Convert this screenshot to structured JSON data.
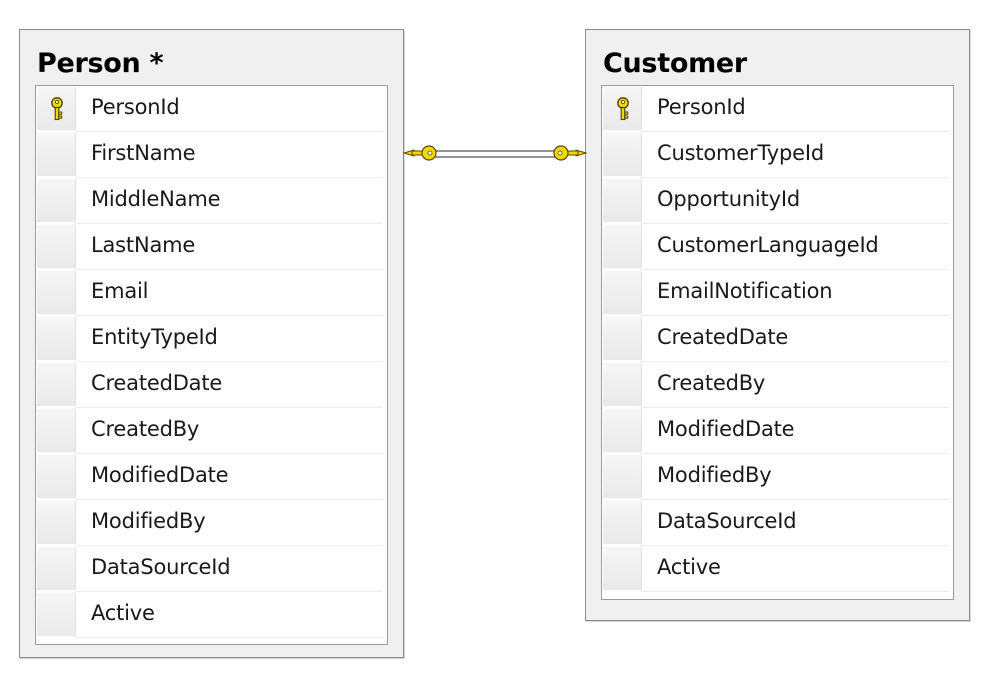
{
  "tables": [
    {
      "title": "Person *",
      "columns": [
        {
          "name": "PersonId",
          "primary_key": true,
          "icon": "primary-key-icon"
        },
        {
          "name": "FirstName"
        },
        {
          "name": "MiddleName"
        },
        {
          "name": "LastName"
        },
        {
          "name": "Email"
        },
        {
          "name": "EntityTypeId"
        },
        {
          "name": "CreatedDate"
        },
        {
          "name": "CreatedBy"
        },
        {
          "name": "ModifiedDate"
        },
        {
          "name": "ModifiedBy"
        },
        {
          "name": "DataSourceId"
        },
        {
          "name": "Active"
        }
      ]
    },
    {
      "title": "Customer",
      "columns": [
        {
          "name": "PersonId",
          "primary_key": true,
          "icon": "primary-key-icon"
        },
        {
          "name": "CustomerTypeId"
        },
        {
          "name": "OpportunityId"
        },
        {
          "name": "CustomerLanguageId"
        },
        {
          "name": "EmailNotification"
        },
        {
          "name": "CreatedDate"
        },
        {
          "name": "CreatedBy"
        },
        {
          "name": "ModifiedDate"
        },
        {
          "name": "ModifiedBy"
        },
        {
          "name": "DataSourceId"
        },
        {
          "name": "Active"
        }
      ]
    }
  ],
  "relationship": {
    "from_table": "Person *",
    "to_table": "Customer",
    "from_end": "key-icon",
    "to_end": "key-icon"
  },
  "colors": {
    "key_fill": "#f0d800",
    "key_stroke": "#5a4a00",
    "frame_border": "#8c8c8c",
    "frame_bg": "#f0f0f0"
  }
}
